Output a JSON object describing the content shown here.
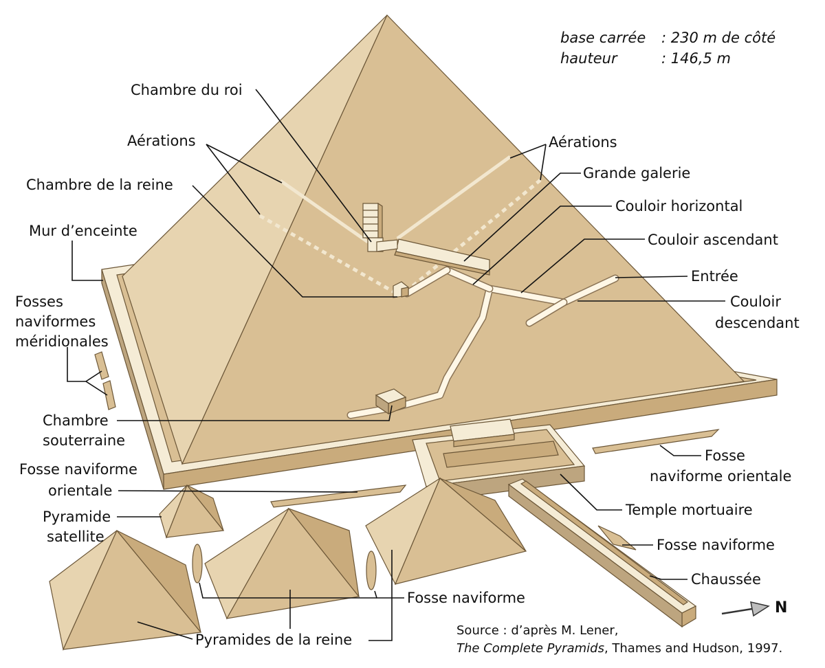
{
  "specs": {
    "base_label": "base carrée",
    "base_value": ": 230 m de côté",
    "height_label": "hauteur",
    "height_value": ": 146,5 m"
  },
  "labels": {
    "chambre_du_roi": "Chambre du roi",
    "aerations_left": "Aérations",
    "aerations_right": "Aérations",
    "grande_galerie": "Grande galerie",
    "chambre_de_la_reine": "Chambre de la reine",
    "couloir_horizontal": "Couloir horizontal",
    "mur_enceinte": "Mur d’enceinte",
    "couloir_ascendant": "Couloir ascendant",
    "entree": "Entrée",
    "couloir_descendant_1": "Couloir",
    "couloir_descendant_2": "descendant",
    "fosses_meridionales_1": "Fosses",
    "fosses_meridionales_2": "naviformes",
    "fosses_meridionales_3": "méridionales",
    "chambre_souterraine_1": "Chambre",
    "chambre_souterraine_2": "souterraine",
    "fosse_orientale_left_1": "Fosse naviforme",
    "fosse_orientale_left_2": "orientale",
    "fosse_orientale_right_1": "Fosse",
    "fosse_orientale_right_2": "naviforme orientale",
    "pyramide_satellite_1": "Pyramide",
    "pyramide_satellite_2": "satellite",
    "temple_mortuaire": "Temple mortuaire",
    "fosse_naviforme_right": "Fosse naviforme",
    "chaussee": "Chaussée",
    "fosse_naviforme_center": "Fosse naviforme",
    "pyramides_de_la_reine": "Pyramides de la reine"
  },
  "compass": {
    "letter": "N"
  },
  "source": {
    "line1": "Source : d’après M. Lener,",
    "book_title": "The Complete Pyramids",
    "line2_rest": ", Thames and Hudson, 1997."
  },
  "colors": {
    "pyramid_light": "#e7d4b0",
    "pyramid_mid": "#d9bf94",
    "pyramid_dark": "#c9ab7c",
    "passage": "#fff7e6",
    "outline": "#6b5637"
  }
}
